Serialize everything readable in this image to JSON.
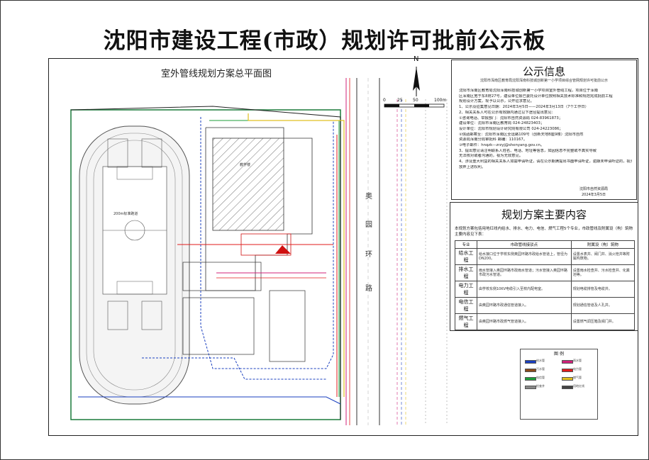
{
  "title": "沈阳市建设工程(市政）规划许可批前公示板",
  "plan_title": "室外管线规划方案总平面图",
  "north_label": "N",
  "scale": {
    "labels": [
      "0",
      "25",
      "50",
      "100m"
    ]
  },
  "road_chars": [
    "奥",
    "园",
    "环",
    "路"
  ],
  "map_labels": {
    "field": "200m标准跑道",
    "building": "教学楼"
  },
  "notice": {
    "title": "公示信息",
    "subtitle": "沈阳市浑南区教育局沈阳浑南科技城创新第一小学项目综合管网规划许可批前公示",
    "lines": [
      "沈阳市浑南区教育局沈阳浑南科技城创新第一小学项目室外管线工程，项目位于浑南",
      "区浑南区宽于东8府27号，建设单位报已委托设计单位按照相关技术标准和规范完成批前工程",
      "规划设计方案，现予以公示，公开征求意见。",
      "1、公示及征集意见日期：2024年3月5日——2024年3月13日（7个工作日）",
      "2、相关关系人可在公示有效期内通过以下途径提出意见：",
      "①咨询电话、举报部门：沈阳市自然资源局  024-83961873；",
      "建设单位：沈阳市浑南区教育局  024-24823403；",
      "设计单位：沈阳市规划设计研究院有限公司  024-24223086；",
      "②信函邮寄至：沈阳市浑南区全运路109号（创新天地B座9楼）沈阳市自然",
      "资源局浑南分局审批科    邮编：110167。",
      "③电子邮件：hnqzk—zrzyj@shenyang.gov.cn。",
      "3、提出意见请注明联系人姓名、电话、地址等信息，如因信息不完整或不真实导致",
      "无法核对或者沟通的，视为无效意见。",
      "4、涉及重大利益的相关关系人如需申请听证，请在公示期满提出书面申请听证，逾期未申请听证的，视为",
      "放弃上述权利。"
    ],
    "sign_org": "沈阳市自然资源局",
    "sign_date": "2024年3月5日"
  },
  "plan_box": {
    "title": "规划方案主要内容",
    "intro": "本规划方案包括用地红线内给水、排水、电力、电信、燃气工程5个专业，市政管线及附属设（构）筑物主要内容见下表：",
    "headers": [
      "专业",
      "市政管线接驳点",
      "附属设（构）筑物"
    ],
    "rows": [
      {
        "sp": "给水工程",
        "conn": "给水接口位于学校东侧奥园环路市政给水管道上，管径为DN200。",
        "fac": "设置水表井、阀门井、消火栓井等附属构筑物。"
      },
      {
        "sp": "排水工程",
        "conn": "雨水管接入奥园环路市政雨水管道；污水管接入奥园环路市政污水管道。",
        "fac": "设置雨水检查井、污水检查井、化粪池等。"
      },
      {
        "sp": "电力工程",
        "conn": "由学校东侧10KV电缆引入至校内配电室。",
        "fac": "规划电缆排管及电缆井。"
      },
      {
        "sp": "电信工程",
        "conn": "由奥园环路市政通信管道接入。",
        "fac": "规划通信管道及人孔井。"
      },
      {
        "sp": "燃气工程",
        "conn": "由奥园环路市政燃气管道接入。",
        "fac": "设置燃气调压箱及阀门井。"
      }
    ]
  },
  "legend": {
    "title": "图  例",
    "items": [
      {
        "color": "#1a3fbf",
        "label": "给水管"
      },
      {
        "color": "#d0207a",
        "label": "雨水管"
      },
      {
        "color": "#8a4a1a",
        "label": "污水管"
      },
      {
        "color": "#e01b1b",
        "label": "电力管"
      },
      {
        "color": "#1e9e3a",
        "label": "电信管"
      },
      {
        "color": "#e0c020",
        "label": "燃气管"
      },
      {
        "color": "#888888",
        "label": "检查井"
      },
      {
        "color": "#444444",
        "label": "用地红线"
      }
    ]
  }
}
